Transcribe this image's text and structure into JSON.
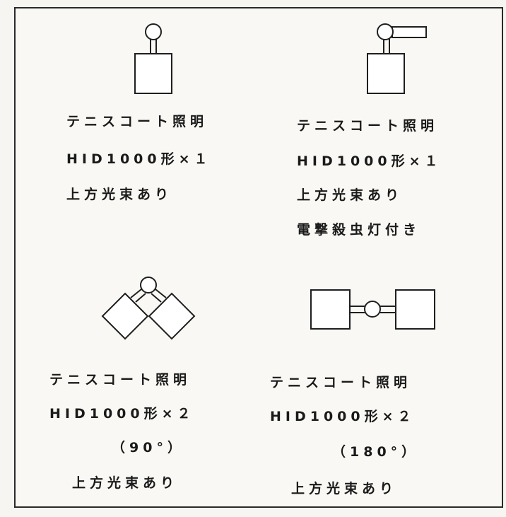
{
  "fixtures": [
    {
      "id": "single-1",
      "lines": [
        "テニスコート照明",
        "HID1000形×１",
        "上方光束あり"
      ]
    },
    {
      "id": "single-1-insect-killer",
      "lines": [
        "テニスコート照明",
        "HID1000形×１",
        "上方光束あり",
        "電撃殺虫灯付き"
      ]
    },
    {
      "id": "double-90",
      "lines": [
        "テニスコート照明",
        "HID1000形×２",
        "（90°）",
        "上方光束あり"
      ]
    },
    {
      "id": "double-180",
      "lines": [
        "テニスコート照明",
        "HID1000形×２",
        "（180°）",
        "上方光束あり"
      ]
    }
  ]
}
